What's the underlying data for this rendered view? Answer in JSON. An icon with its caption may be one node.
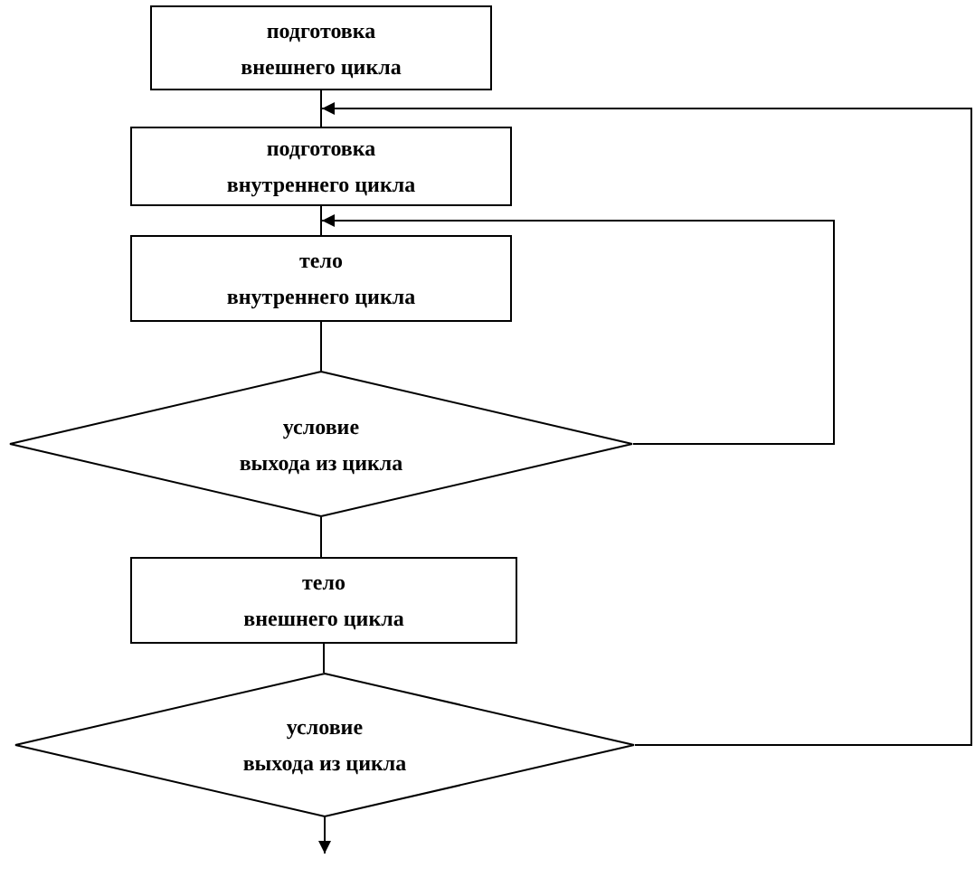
{
  "diagram": {
    "nodes": [
      {
        "text": [
          "подготовка внешнего цикла"
        ]
      },
      {
        "text": [
          "подготовка внутреннего цикла"
        ]
      },
      {
        "text": [
          "тело внутреннего цикла"
        ]
      },
      {
        "text": [
          "условие выхода из цикла"
        ]
      },
      {
        "text": [
          "тело внешнего цикла"
        ]
      },
      {
        "text": [
          "условие выхода из цикла"
        ]
      }
    ],
    "edges": [
      {
        "from": 0,
        "to": 1,
        "arrow": "none"
      },
      {
        "from": 1,
        "to": 2,
        "arrow": "none"
      },
      {
        "from": 2,
        "to": 3,
        "arrow": "none"
      },
      {
        "from": 3,
        "to": 4,
        "arrow": "none"
      },
      {
        "from": 4,
        "to": 5,
        "arrow": "none"
      },
      {
        "from": 3,
        "to": 2,
        "arrow": "to"
      },
      {
        "from": 5,
        "to": 1,
        "arrow": "to"
      },
      {
        "from": 5,
        "to": null,
        "arrow": "to"
      }
    ]
  }
}
